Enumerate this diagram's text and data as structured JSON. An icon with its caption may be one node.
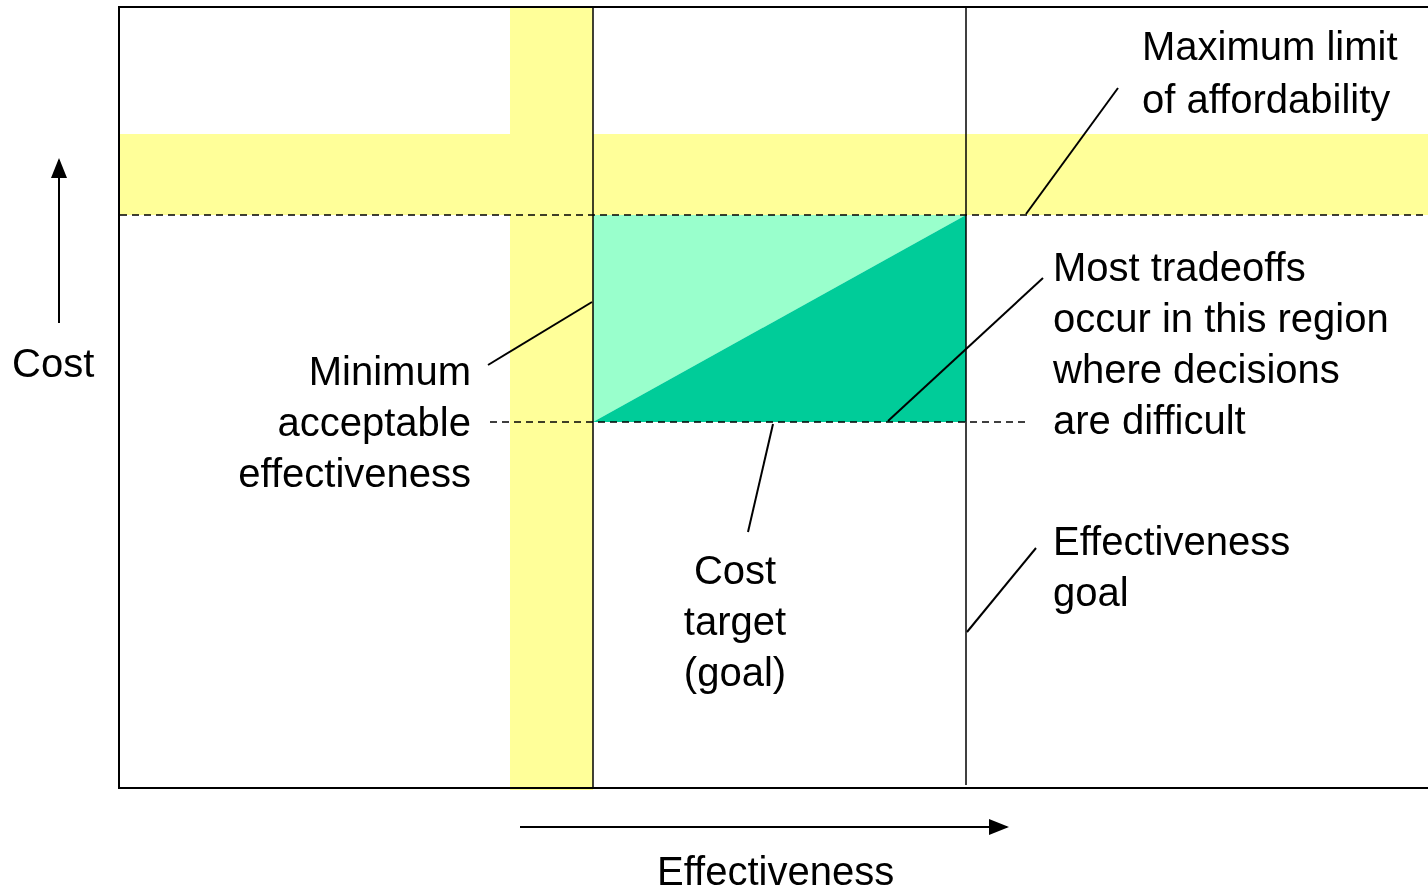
{
  "diagram": {
    "nodes": [
      {
        "text": [
          "Maximum limit of affordability"
        ]
      },
      {
        "text": [],
        "shape": "line"
      },
      {
        "text": [
          "Minimum acceptable effectiveness"
        ]
      },
      {
        "text": [],
        "shape": "line"
      },
      {
        "text": [
          "Most tradeoffs occur in this region where decisions are difficult"
        ]
      },
      {
        "text": [],
        "shape": "box"
      },
      {
        "text": [
          "Cost target (goal)"
        ]
      },
      {
        "text": [],
        "shape": "line"
      },
      {
        "text": [
          "Effectiveness goal"
        ]
      },
      {
        "text": [],
        "shape": "line"
      },
      {
        "text": [],
        "shape": "bar"
      },
      {
        "text": [],
        "shape": "bar"
      }
    ],
    "edges": [
      {
        "from": 0,
        "to": 1,
        "arrow": "none"
      },
      {
        "from": 2,
        "to": 3,
        "arrow": "none"
      },
      {
        "from": 4,
        "to": 5,
        "arrow": "none"
      },
      {
        "from": 6,
        "to": 7,
        "arrow": "none"
      },
      {
        "from": 8,
        "to": 9,
        "arrow": "none"
      }
    ],
    "labels": [
      "Cost",
      "Effectiveness"
    ]
  }
}
